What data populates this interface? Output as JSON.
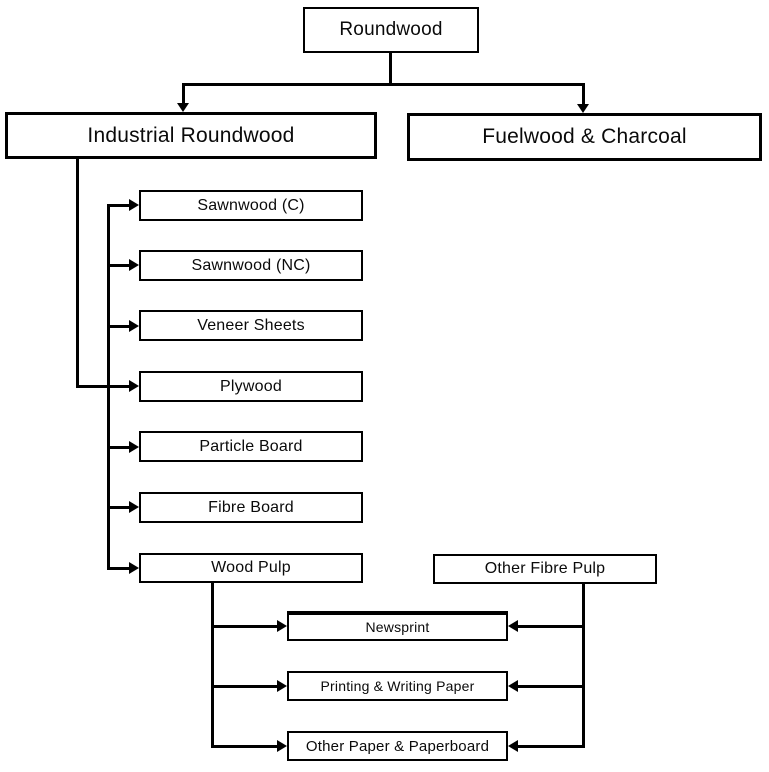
{
  "nodes": {
    "roundwood": {
      "label": "Roundwood"
    },
    "industrial_roundwood": {
      "label": "Industrial Roundwood"
    },
    "fuelwood_charcoal": {
      "label": "Fuelwood & Charcoal"
    },
    "sawnwood_c": {
      "label": "Sawnwood (C)"
    },
    "sawnwood_nc": {
      "label": "Sawnwood (NC)"
    },
    "veneer_sheets": {
      "label": "Veneer Sheets"
    },
    "plywood": {
      "label": "Plywood"
    },
    "particle_board": {
      "label": "Particle Board"
    },
    "fibre_board": {
      "label": "Fibre Board"
    },
    "wood_pulp": {
      "label": "Wood Pulp"
    },
    "other_fibre_pulp": {
      "label": "Other Fibre Pulp"
    },
    "newsprint": {
      "label": "Newsprint"
    },
    "printing_writing_paper": {
      "label": "Printing & Writing Paper"
    },
    "other_paper_paperboard": {
      "label": "Other Paper & Paperboard"
    }
  },
  "edges": [
    {
      "from": "Roundwood",
      "to": "Industrial Roundwood"
    },
    {
      "from": "Roundwood",
      "to": "Fuelwood & Charcoal"
    },
    {
      "from": "Industrial Roundwood",
      "to": "Sawnwood (C)"
    },
    {
      "from": "Industrial Roundwood",
      "to": "Sawnwood (NC)"
    },
    {
      "from": "Industrial Roundwood",
      "to": "Veneer Sheets"
    },
    {
      "from": "Industrial Roundwood",
      "to": "Plywood"
    },
    {
      "from": "Industrial Roundwood",
      "to": "Particle Board"
    },
    {
      "from": "Industrial Roundwood",
      "to": "Fibre Board"
    },
    {
      "from": "Industrial Roundwood",
      "to": "Wood Pulp"
    },
    {
      "from": "Wood Pulp",
      "to": "Newsprint"
    },
    {
      "from": "Wood Pulp",
      "to": "Printing & Writing Paper"
    },
    {
      "from": "Wood Pulp",
      "to": "Other Paper & Paperboard"
    },
    {
      "from": "Other Fibre Pulp",
      "to": "Newsprint"
    },
    {
      "from": "Other Fibre Pulp",
      "to": "Printing & Writing Paper"
    },
    {
      "from": "Other Fibre Pulp",
      "to": "Other Paper & Paperboard"
    }
  ],
  "colors": {
    "line": "#000000",
    "background": "#ffffff",
    "box_fill": "#ffffff",
    "text": "#0a0a0a"
  }
}
